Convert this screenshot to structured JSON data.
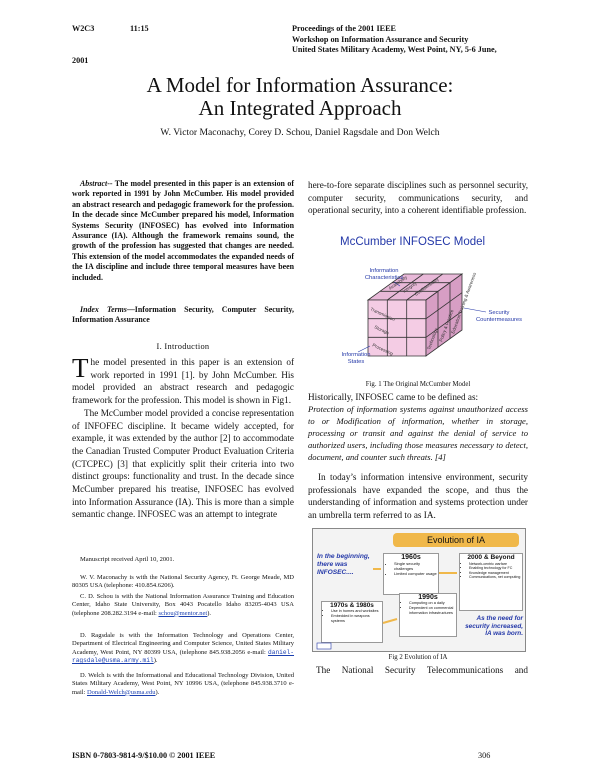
{
  "header": {
    "code": "W2C3",
    "time": "11:15",
    "proc1": "Proceedings of the 2001 IEEE",
    "proc2": "Workshop on Information Assurance and Security",
    "proc3": "United States Military Academy, West Point, NY, 5-6 June,",
    "year": "2001"
  },
  "title1": "A Model for Information Assurance:",
  "title2": "An Integrated Approach",
  "authors": "W. Victor Maconachy, Corey D. Schou, Daniel Ragsdale and Don Welch",
  "abstract": {
    "label": "Abstract",
    "text": "-- The model presented in this paper is an extension of work reported in 1991 by John McCumber. His model provided an abstract research and pedagogic framework for the profession. In the decade since McCumber prepared his model, Information Systems Security (INFOSEC) has evolved into Information Assurance (IA). Although the framework remains sound, the growth of the profession has suggested that changes are needed. This extension of the model accommodates the expanded needs of the IA discipline and include three temporal measures have been included."
  },
  "index_terms": {
    "label": "Index Terms",
    "text": "—Information Security, Computer Security, Information Assurance"
  },
  "section1": "I. Introduction",
  "intro": {
    "dropcap": "T",
    "p1_rest": "he model presented in this paper is an extension of work reported in 1991 [1]. by John McCumber. His model provided an abstract research and pedagogic framework for the profession. This model is shown in Fig1.",
    "p2": "The McCumber model provided a concise representation of INFOFEC discipline. It became widely accepted, for example, it was extended by the author [2] to accommodate the Canadian Trusted Computer Product Evaluation Criteria (CTCPEC) [3] that explicitly split their criteria into two distinct groups: functionality and trust. In the decade since McCumber prepared his treatise, INFOSEC has evolved into Information Assurance (IA). This is more than a simple semantic change. INFOSEC was an attempt to integrate"
  },
  "footnotes": {
    "received": "Manuscript received April 10, 2001.",
    "f1": "W. V. Maconachy is with the National Security Agency, Ft. George Meade, MD 80305 USA (telephone: 410.854.6206).",
    "f2a": "C. D. Schou is with the National Information Assurance Training and Education Center, Idaho State University, Box 4043 Pocatello Idaho 83205-4043 USA (telephone 208.282.3194 e-mail:",
    "f2_email": "schou@mentor.net",
    "f2b": ").",
    "f3a": "D. Ragsdale is with the Information Technology and Operations Center, Department of Electrical Engineering and Computer Science, United States Military Academy, West Point, NY 80399 USA, (telephone 845.938.2056 e-mail:",
    "f3_email": "daniel-ragsdale@usma.army.mil",
    "f3b": ").",
    "f4a": "D. Welch is with the Informational and Educational Technology Division, United States Military Academy, West Point, NY 10996 USA, (telephone 845.938.3710 e-mail:",
    "f4_email": "Donald-Welch@usma.edu",
    "f4b": ")."
  },
  "col2": {
    "p_cont": "here-to-fore separate disciplines such as personnel security, computer security, communications security, and operational security, into a coherent identifiable profession.",
    "fig1": {
      "heading": "McCumber INFOSEC  Model",
      "info_char": "Information Characteristics",
      "info_states": "Information States",
      "sec_counter": "Security Countermeasures",
      "top_faces": [
        "Availability",
        "Integrity",
        "Confidentiality"
      ],
      "front_faces": [
        "Transmission",
        "Storage",
        "Processing"
      ],
      "side_faces": [
        "Technology",
        "Policy & Practice",
        "Education Training & Awareness"
      ],
      "caption": "Fig. 1 The Original McCumber Model"
    },
    "historically": "Historically, INFOSEC came to be defined as:",
    "definition": "Protection of information systems against unauthorized access to or Modification of information, whether in storage, processing or transit and against the denial of service to authorized users, including those measures necessary to detect, document, and counter such threats. [4]",
    "p_today": "In today’s information intensive environment, security professionals have expanded the scope, and thus the understanding of information and systems protection under an umbrella term referred to as IA.",
    "fig2": {
      "title": "Evolution of IA",
      "begin": "In the beginning, there was INFOSEC....",
      "y1960": "1960s",
      "b1960": [
        "Single security challenges",
        "Limited computer usage"
      ],
      "y1970": "1970s & 1980s",
      "b1970": [
        "Use in homes and worksites",
        "Embedded in weapons systems"
      ],
      "y1990": "1990s",
      "b1990": [
        "Computing on a daily",
        "Dependent on commercial information infrastructures"
      ],
      "y2000": "2000 & Beyond",
      "b2000": [
        "Network-centric warfare",
        "Enabling technology for FC",
        "Knowledge management",
        "Communications, net computing"
      ],
      "need": "As the need for security increased, IA was born.",
      "caption": "Fig 2 Evolution of IA"
    },
    "p_last": "The National Security Telecommunications and"
  },
  "footer": {
    "isbn": "ISBN 0-7803-9814-9/$10.00 © 2001 IEEE",
    "page": "306"
  },
  "colors": {
    "link": "#1a3fb0",
    "fig_blue": "#2438a8",
    "evo_header": "#f0b84a"
  }
}
